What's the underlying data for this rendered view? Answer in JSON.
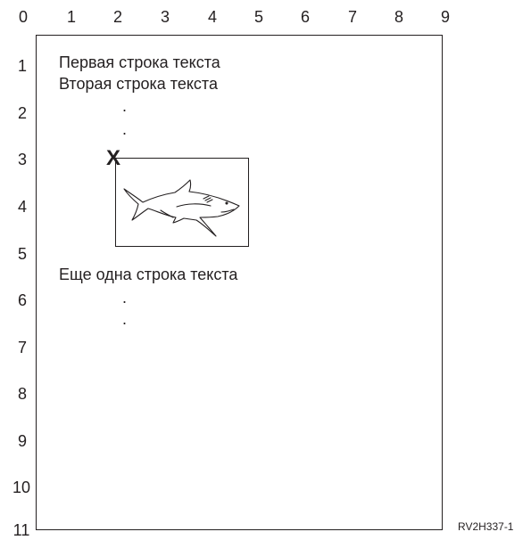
{
  "ruler": {
    "horizontal": [
      "0",
      "1",
      "2",
      "3",
      "4",
      "5",
      "6",
      "7",
      "8",
      "9"
    ],
    "vertical": [
      "1",
      "2",
      "3",
      "4",
      "5",
      "6",
      "7",
      "8",
      "9",
      "10",
      "11"
    ]
  },
  "text_lines": {
    "line1": "Первая строка текста",
    "line2": "Вторая строка текста",
    "line3": "Еще одна строка текста"
  },
  "dot": ".",
  "marker": "X",
  "image_icon": "shark-icon",
  "figure_id": "RV2H337-1"
}
